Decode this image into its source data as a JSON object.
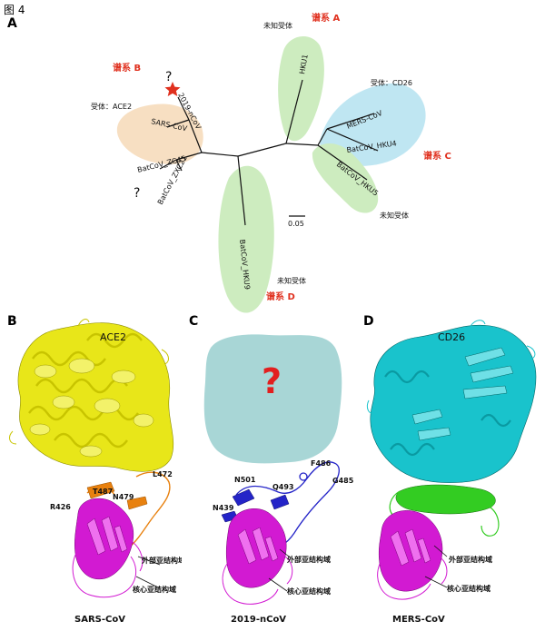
{
  "figure": {
    "title": "图 4",
    "panels": [
      "A",
      "B",
      "C",
      "D"
    ]
  },
  "tree": {
    "leaves": {
      "hku1": "HKU1",
      "mers": "MERS-CoV",
      "hku4": "BatCoV_HKU4",
      "hku5": "BatCoV_HKU5",
      "hku9": "BatCoV_HKU9",
      "sars": "SARS-CoV",
      "ncov": "2019-nCoV",
      "zc45": "BatCoV_ZC45",
      "zxc21": "BatCoV_ZXC21"
    },
    "lineages": {
      "a": "谱系 A",
      "b": "谱系 B",
      "c": "谱系 C",
      "d": "谱系 D"
    },
    "receptors": {
      "ace2": "受体：ACE2",
      "cd26": "受体：CD26",
      "unknown": "未知受体"
    },
    "question": "?",
    "scale": "0.05"
  },
  "structures": {
    "ace2": "ACE2",
    "cd26": "CD26",
    "question": "?",
    "residues_b": [
      "L472",
      "T487",
      "N479",
      "R426"
    ],
    "residues_c": [
      "F486",
      "G485",
      "N501",
      "Q493",
      "N439"
    ],
    "outer_domain": "外部亚结构域",
    "core_domain": "核心亚结构域",
    "captions": [
      "SARS-CoV",
      "2019-nCoV",
      "MERS-CoV"
    ]
  },
  "colors": {
    "lineage_label": "#e0301e",
    "clade_b": "#f7dfc2",
    "clade_c": "#bfe6f2",
    "clade_green": "#cdecbf",
    "ace2_yellow": "#e8e619",
    "cd26_cyan": "#19c3cc",
    "rbd_magenta": "#d21ad2",
    "sars_orange": "#e8810f",
    "ncov_blue": "#2424c8",
    "mers_green": "#33cc22",
    "blob": "#a8d6d6",
    "question_red": "#e21f1f"
  }
}
